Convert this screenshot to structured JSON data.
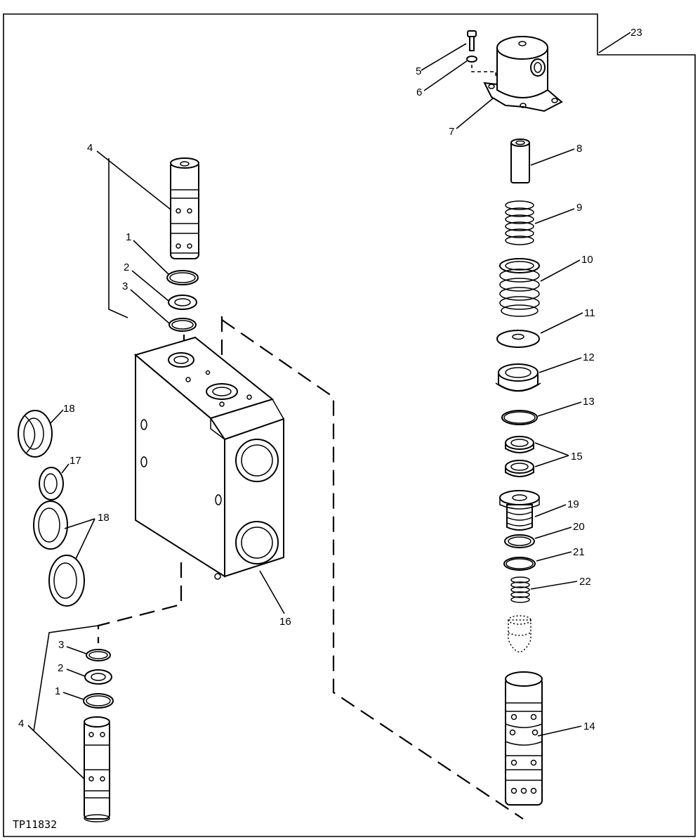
{
  "figure_code": "TP11832",
  "callouts": {
    "c1_top": "1",
    "c2_top": "2",
    "c3_top": "3",
    "c4_top": "4",
    "c1_bot": "1",
    "c2_bot": "2",
    "c3_bot": "3",
    "c4_bot": "4",
    "c5": "5",
    "c6": "6",
    "c7": "7",
    "c8": "8",
    "c9": "9",
    "c10": "10",
    "c11": "11",
    "c12": "12",
    "c13": "13",
    "c14": "14",
    "c15": "15",
    "c16": "16",
    "c17": "17",
    "c18_top": "18",
    "c18_bot": "18",
    "c19": "19",
    "c20": "20",
    "c21": "21",
    "c22": "22",
    "c23": "23"
  }
}
